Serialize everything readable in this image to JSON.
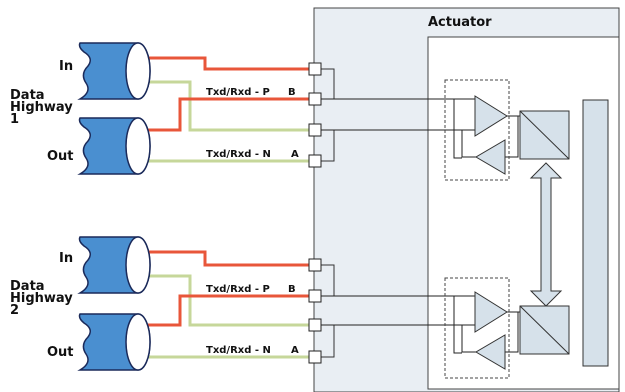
{
  "actuator": {
    "title": "Actuator"
  },
  "highways": [
    {
      "label": [
        "Data",
        "Highway",
        "1"
      ],
      "in_label": "In",
      "out_label": "Out",
      "txd_p_label": "Txd/Rxd - P",
      "txd_n_label": "Txd/Rxd - N",
      "b_label": "B",
      "a_label": "A"
    },
    {
      "label": [
        "Data",
        "Highway",
        "2"
      ],
      "in_label": "In",
      "out_label": "Out",
      "txd_p_label": "Txd/Rxd - P",
      "txd_n_label": "Txd/Rxd - N",
      "b_label": "B",
      "a_label": "A"
    }
  ],
  "colors": {
    "wire_p": "#e8563a",
    "wire_n": "#c6d79a",
    "cable_fill": "#4a8fd0",
    "cable_stroke": "#1b2a5a",
    "panel_fill": "#e9eef3",
    "component_fill": "#d6e1ea",
    "line": "#1a1a1a"
  }
}
